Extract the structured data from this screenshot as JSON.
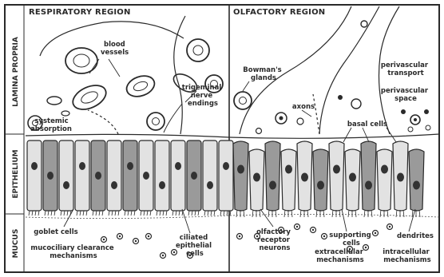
{
  "regions": {
    "respiratory": "RESPIRATORY REGION",
    "olfactory": "OLFACTORY REGION"
  },
  "side_labels": {
    "lamina_propria": "LAMINA PROPRIA",
    "epithelium": "EPITHELIUM",
    "mucus": "MUCUS"
  },
  "labels": {
    "blood_vessels": [
      "blood",
      "vessels"
    ],
    "trigeminal_nerve_endings": [
      "trigeminal",
      "nerve",
      "endings"
    ],
    "systemic_absorption": [
      "systemic",
      "absorption"
    ],
    "bowmans_glands": [
      "Bowman's",
      "glands"
    ],
    "axons": [
      "axons"
    ],
    "perivascular_transport": [
      "perivascular",
      "transport"
    ],
    "perivascular_space": [
      "perivascular",
      "space"
    ],
    "basal_cells": [
      "basal cells"
    ],
    "goblet_cells": [
      "goblet cells"
    ],
    "mucociliary_clearance": [
      "mucociliary clearance",
      "mechanisms"
    ],
    "ciliated_epithelial_cells": [
      "ciliated",
      "epithelial",
      "cells"
    ],
    "olfactory_receptor_neurons": [
      "olfactory",
      "receptor",
      "neurons"
    ],
    "supporting_cells": [
      "supporting",
      "cells"
    ],
    "extracellular_mechanisms": [
      "extracellular",
      "mechanisms"
    ],
    "dendrites": [
      "dendrites"
    ],
    "intracellular_mechanisms": [
      "intracellular",
      "mechanisms"
    ]
  },
  "colors": {
    "ink": "#2a2a2a",
    "cell_light": "#e2e2e2",
    "cell_dark": "#9a9a9a",
    "nucleus": "#333333",
    "background": "#ffffff"
  }
}
